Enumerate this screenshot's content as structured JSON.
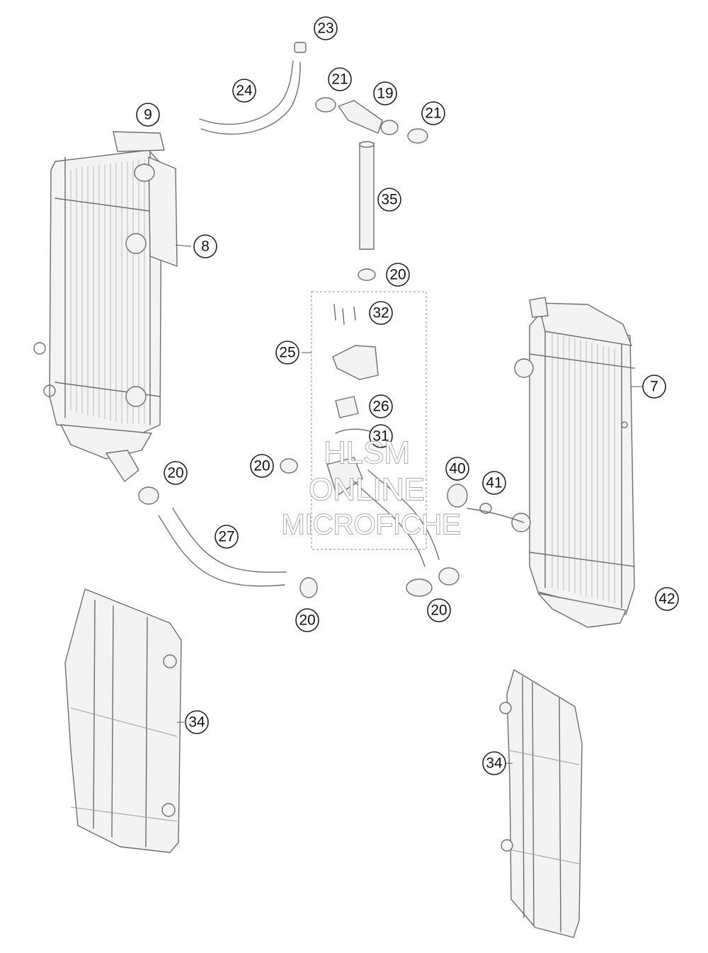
{
  "callouts": {
    "c23": "23",
    "c24": "24",
    "c21a": "21",
    "c19": "19",
    "c21b": "21",
    "c9": "9",
    "c8": "8",
    "c35": "35",
    "c20a": "20",
    "c32": "32",
    "c25": "25",
    "c26": "26",
    "c31": "31",
    "c20b": "20",
    "c20c": "20",
    "c40": "40",
    "c41": "41",
    "c7": "7",
    "c27": "27",
    "c20d": "20",
    "c20e": "20",
    "c42": "42",
    "c34a": "34",
    "c34b": "34"
  },
  "watermark": {
    "line1": "HLSM",
    "line2": "ONLINE",
    "line3": "MICROFICHE"
  }
}
